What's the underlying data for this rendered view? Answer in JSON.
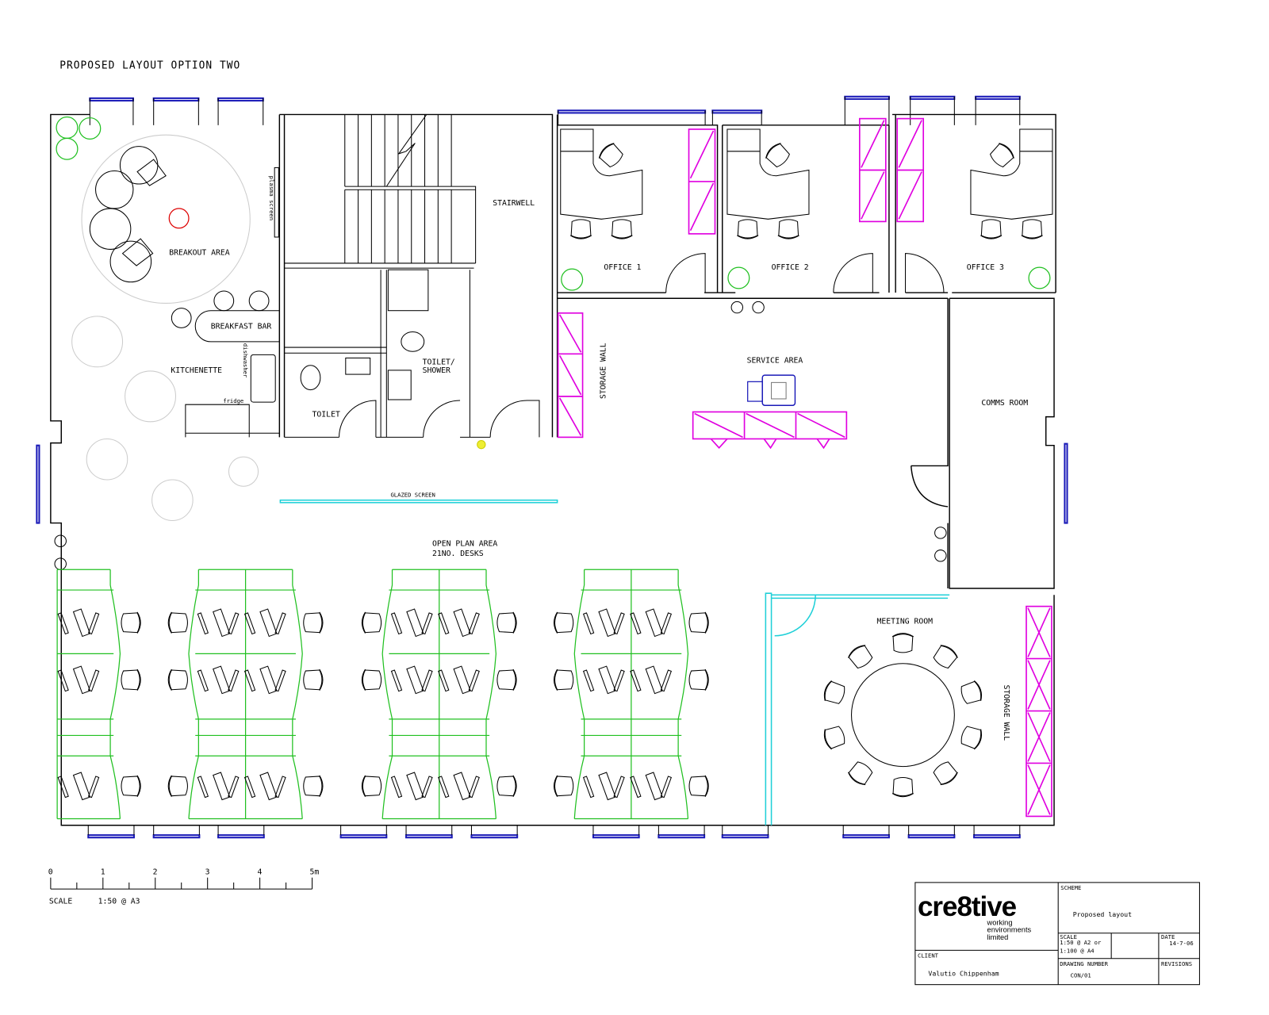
{
  "drawing": {
    "title": "PROPOSED LAYOUT OPTION TWO",
    "rooms": {
      "breakout": "BREAKOUT AREA",
      "breakfast_bar": "BREAKFAST BAR",
      "kitchenette": "KITCHENETTE",
      "plasma": "plasma screen",
      "dishwasher": "dishwasher",
      "fridge": "fridge",
      "stairwell": "STAIRWELL",
      "toilet": "TOILET",
      "toilet_shower_1": "TOILET/",
      "toilet_shower_2": "SHOWER",
      "office1": "OFFICE 1",
      "office2": "OFFICE 2",
      "office3": "OFFICE 3",
      "storage_wall_1": "STORAGE WALL",
      "service": "SERVICE AREA",
      "comms": "COMMS ROOM",
      "glazed": "GLAZED SCREEN",
      "open_plan_1": "OPEN PLAN AREA",
      "open_plan_2": "21NO. DESKS",
      "meeting": "MEETING ROOM",
      "storage_wall_2": "STORAGE WALL"
    }
  },
  "scale_bar": {
    "ticks": [
      "0",
      "1",
      "2",
      "3",
      "4",
      "5m"
    ],
    "label": "SCALE",
    "ratio": "1:50 @ A3"
  },
  "title_block": {
    "logo_main": "cre8tive",
    "logo_sub": [
      "working",
      "environments",
      "limited"
    ],
    "scheme_label": "SCHEME",
    "scheme_value": "Proposed layout",
    "scale_label": "SCALE",
    "scale_value_1": "1:50 @ A2 or",
    "scale_value_2": "1:100 @ A4",
    "date_label": "DATE",
    "date_value": "14-7-06",
    "client_label": "CLIENT",
    "client_value": "Valutio Chippenham",
    "drawing_number_label": "DRAWING NUMBER",
    "drawing_number_value": "CON/01",
    "revisions_label": "REVISIONS"
  },
  "colors": {
    "wall": "#000000",
    "window": "#1a1ab8",
    "storage": "#e000e0",
    "desk": "#20c020",
    "glazing": "#20d0d8"
  }
}
